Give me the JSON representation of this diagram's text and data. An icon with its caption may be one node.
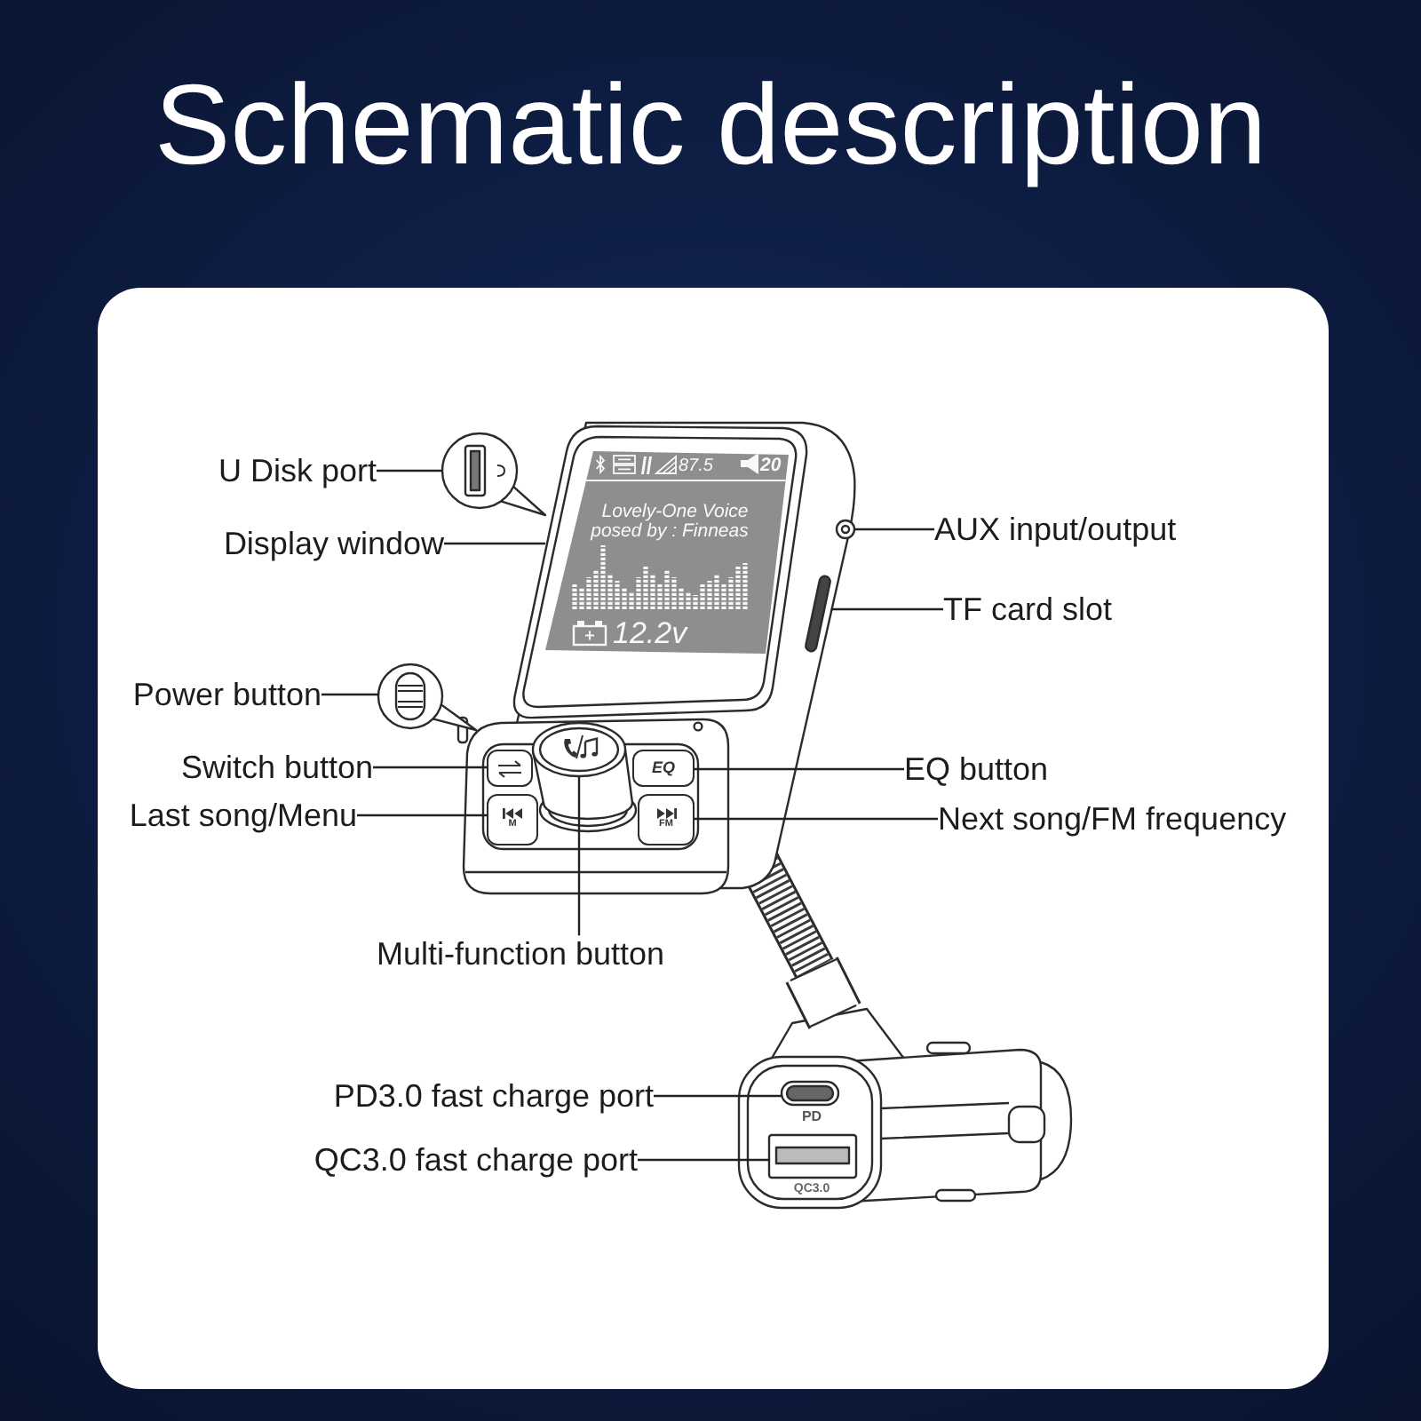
{
  "diagram": {
    "title": "Schematic description",
    "nodes": [
      {
        "text": [],
        "shape": "circle"
      },
      {
        "text": [
          "U Disk port"
        ]
      },
      {
        "text": [
          "87.5",
          "20",
          "Lovely-One Voice",
          "posed by : Finneas",
          "12.2v"
        ]
      },
      {
        "text": [
          "AUX input/output"
        ]
      },
      {
        "text": [],
        "shape": "circle"
      },
      {
        "text": [
          "Display window"
        ]
      },
      {
        "text": [],
        "shape": "box"
      },
      {
        "text": [
          "TF card slot"
        ]
      },
      {
        "text": [],
        "shape": "circle"
      },
      {
        "text": [
          "Power button"
        ]
      },
      {
        "text": [],
        "shape": "circle"
      },
      {
        "text": [],
        "shape": "box"
      },
      {
        "text": [
          "EQ"
        ]
      },
      {
        "text": [
          "Switch button"
        ]
      },
      {
        "text": [
          "EQ button"
        ]
      },
      {
        "text": [
          "M"
        ]
      },
      {
        "text": [
          "FM"
        ]
      },
      {
        "text": [
          "Last song/Menu"
        ]
      },
      {
        "text": [
          "Next song/FM frequency"
        ]
      },
      {
        "text": [
          "Multi-function button"
        ]
      },
      {
        "text": [],
        "shape": "box",
        "beside": [
          "PD"
        ]
      },
      {
        "text": [
          "PD3.0 fast charge port"
        ]
      },
      {
        "text": [],
        "shape": "box",
        "beside": [
          "QC3.0"
        ]
      },
      {
        "text": [
          "QC3.0 fast charge port"
        ]
      }
    ],
    "edges": [
      {
        "from": 1,
        "to": 0,
        "arrow": "none"
      },
      {
        "from": 3,
        "to": 4,
        "arrow": "none"
      },
      {
        "from": 5,
        "to": 2,
        "arrow": "none"
      },
      {
        "from": 7,
        "to": 6,
        "arrow": "none"
      },
      {
        "from": 9,
        "to": 8,
        "arrow": "none"
      },
      {
        "from": 13,
        "to": 11,
        "arrow": "none"
      },
      {
        "from": 14,
        "to": 12,
        "arrow": "none"
      },
      {
        "from": 17,
        "to": 15,
        "arrow": "none"
      },
      {
        "from": 18,
        "to": 16,
        "arrow": "none"
      },
      {
        "from": 19,
        "to": 10,
        "arrow": "none"
      },
      {
        "from": 21,
        "to": 20,
        "arrow": "none"
      },
      {
        "from": 23,
        "to": 22,
        "arrow": "none"
      }
    ]
  }
}
